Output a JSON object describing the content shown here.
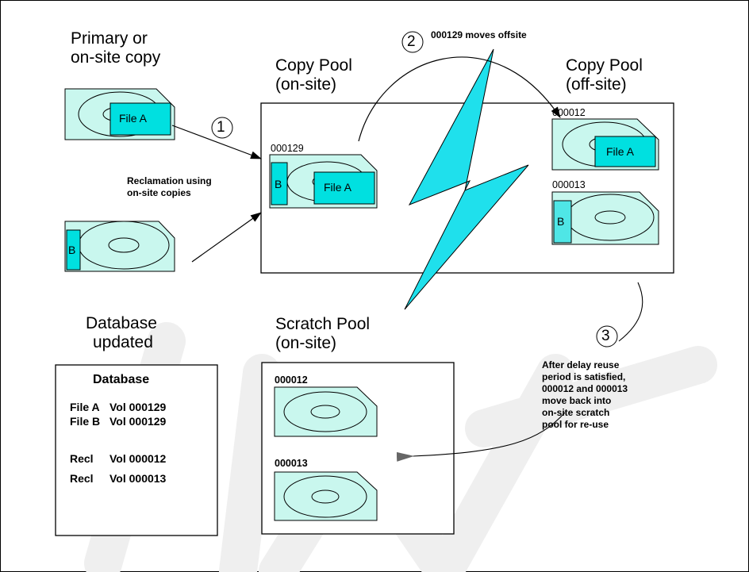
{
  "labels": {
    "primary": [
      "Primary or",
      "on-site copy"
    ],
    "copy_onsite": [
      "Copy Pool",
      "(on-site)"
    ],
    "copy_offsite": [
      "Copy Pool",
      "(off-site)"
    ],
    "db_updated": [
      "Database",
      "updated"
    ],
    "scratch": [
      "Scratch Pool",
      "(on-site)"
    ],
    "reclamation": [
      "Reclamation using",
      "on-site copies"
    ],
    "moves_offsite": "000129 moves offsite",
    "after_delay": [
      "After delay reuse",
      "period is satisfied,",
      "000012 and 000013",
      "move back into",
      "on-site scratch",
      "pool for re-use"
    ]
  },
  "steps": [
    "1",
    "2",
    "3"
  ],
  "volumes": {
    "v129": "000129",
    "v012": "000012",
    "v013": "000013",
    "scratch_v012": "000012",
    "scratch_v013": "000013"
  },
  "files": {
    "file_a": "File A",
    "b": "B"
  },
  "database": {
    "title": "Database",
    "rows": [
      {
        "c1": "File A",
        "c2": "Vol 000129"
      },
      {
        "c1": "File B",
        "c2": "Vol 000129"
      },
      {
        "c1": "Recl",
        "c2": "Vol 000012"
      },
      {
        "c1": "Recl",
        "c2": "Vol 000013"
      }
    ]
  },
  "colors": {
    "cart_fill": "#c9f7ee",
    "label_fill": "#00e0e0",
    "bolt": "#1fe0ec",
    "watermark": "#efefef"
  }
}
